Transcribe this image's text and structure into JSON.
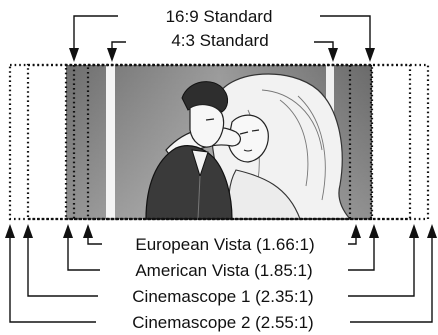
{
  "diagram": {
    "top_labels": {
      "standard_16_9": "16:9 Standard",
      "standard_4_3": "4:3 Standard"
    },
    "bottom_labels": {
      "european_vista": "European Vista (1.66:1)",
      "american_vista": "American Vista (1.85:1)",
      "cinemascope_1": "Cinemascope 1 (2.35:1)",
      "cinemascope_2": "Cinemascope 2 (2.55:1)"
    }
  },
  "colors": {
    "line": "#111111",
    "image_dark": "#7c7c7c",
    "image_light": "#ededed"
  }
}
